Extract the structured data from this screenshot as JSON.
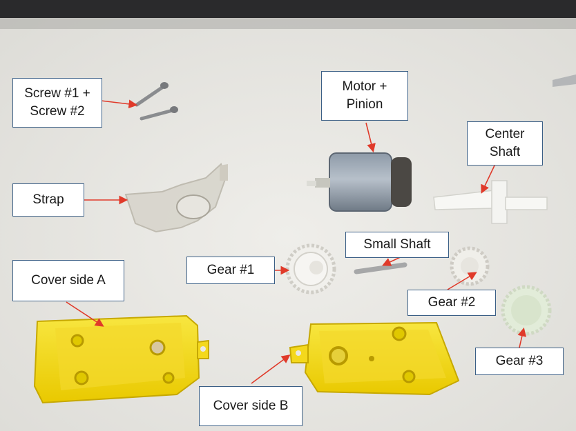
{
  "labels": {
    "screws": [
      "Screw #1 +",
      "Screw #2"
    ],
    "motor": [
      "Motor +",
      "Pinion"
    ],
    "center_shaft": [
      "Center",
      "Shaft"
    ],
    "strap": "Strap",
    "small_shaft": "Small Shaft",
    "gear1": "Gear #1",
    "gear2": "Gear #2",
    "gear3": "Gear #3",
    "cover_a": "Cover side A",
    "cover_b": "Cover side B"
  },
  "colors": {
    "arrow": "#e03a2a",
    "label_border": "#3b5f86",
    "cover": "#f5dd1c",
    "background": "#e9e8e4"
  }
}
